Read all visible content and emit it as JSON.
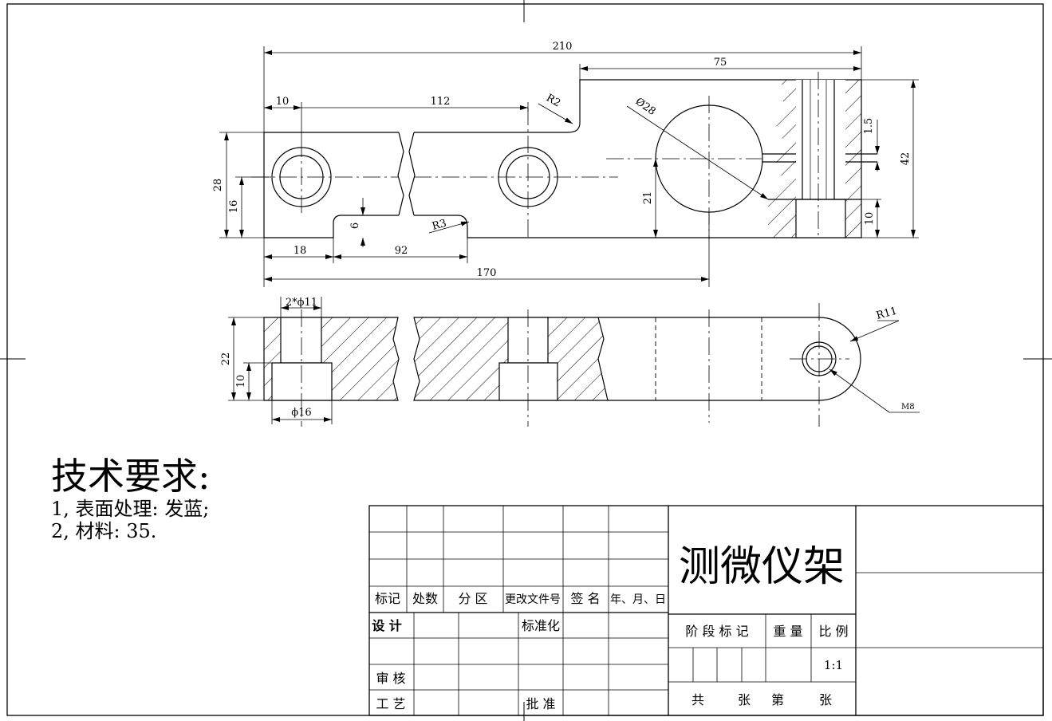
{
  "dimensions": {
    "top_view": {
      "d210": "210",
      "d75": "75",
      "d10": "10",
      "d112": "112",
      "r2": "R2",
      "r3": "R3",
      "d28_dia": "Ø28",
      "d28": "28",
      "d16": "16",
      "d6": "6",
      "d18": "18",
      "d92": "92",
      "d170": "170",
      "d21": "21",
      "d1_5": "1.5",
      "d42": "42",
      "d10b": "10"
    },
    "section_view": {
      "holes": "2*ϕ11",
      "d22": "22",
      "d10": "10",
      "phi16": "ϕ16",
      "r11": "R11",
      "m8": "M8"
    }
  },
  "technical_requirements": {
    "title": "技术要求:",
    "line1": "1, 表面处理: 发蓝;",
    "line2": "2, 材料: 35."
  },
  "title_block": {
    "part_name": "测微仪架",
    "headers": {
      "mark": "标记",
      "count": "处数",
      "zone": "分 区",
      "doc_no": "更改文件号",
      "sign": "签 名",
      "date": "年、月、日"
    },
    "roles": {
      "design": "设 计",
      "standardization": "标准化",
      "review": "审 核",
      "process": "工 艺",
      "approve": "批 准"
    },
    "stage_mark": "阶 段 标 记",
    "weight": "重 量",
    "scale_label": "比 例",
    "scale_value": "1:1",
    "sheets_total": "共",
    "sheets_unit": "张",
    "sheet_no": "第",
    "sheet_unit2": "张"
  }
}
